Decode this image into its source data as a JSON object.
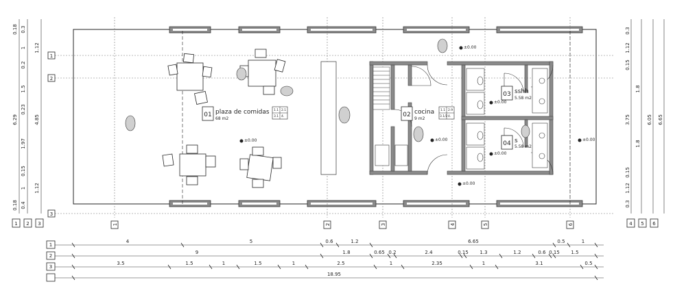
{
  "colors": {
    "line": "#222222",
    "wall": "#8a8a8a",
    "wall_dark": "#555555",
    "grid": "#777777",
    "furniture": "#333333",
    "shadow": "#cfcfcf"
  },
  "rooms": [
    {
      "number": "01",
      "name": "plaza de comidas",
      "area": "68 m2",
      "codes": [
        "1.1",
        "2.1",
        "3.1",
        "4."
      ]
    },
    {
      "number": "02",
      "name": "cocina",
      "area": "9 m2",
      "codes": [
        "1.1",
        "2.9",
        "3.1/2",
        "4."
      ]
    },
    {
      "number": "03",
      "name": "sshh",
      "area": "5.58 m2"
    },
    {
      "number": "04",
      "name": "s",
      "area": "5.58 m2"
    }
  ],
  "levels": [
    "±0.00",
    "±0.00",
    "±0.00",
    "±0.00",
    "±0.00",
    "±0.00"
  ],
  "axes": {
    "vertical": [
      "1",
      "2",
      "3",
      "4",
      "5",
      "6"
    ],
    "horizontal": [
      "1",
      "2",
      "3"
    ]
  },
  "left_dims": {
    "chain1": [
      "0.18",
      "1",
      "1.5",
      "1.97",
      "1",
      "0.18"
    ],
    "chain2": [
      "0.3",
      "0.2",
      "0.23",
      "0.15",
      "0.4"
    ],
    "chain3": [
      "6.29",
      "4.85",
      "1.12",
      "1.12"
    ]
  },
  "right_dims": {
    "chain1": [
      "0.3",
      "1.12",
      "0.15",
      "0.15",
      "1.12",
      "0.3"
    ],
    "chain2": [
      "3.75",
      "1.8",
      "1.8"
    ],
    "chain3": [
      "6.05"
    ],
    "chain4": [
      "6.65"
    ]
  },
  "bottom_dims": {
    "row1": {
      "label": "1",
      "values": [
        "4",
        "5",
        "0.6",
        "1.2",
        "6.65",
        "0.5",
        "1"
      ]
    },
    "row2": {
      "label": "2",
      "values": [
        "9",
        "1.8",
        "0.65",
        "0.2",
        "2.4",
        "0.15",
        "1.3",
        "1.2",
        "0.6",
        "0.15",
        "1.5"
      ]
    },
    "row3": {
      "label": "3",
      "values": [
        "3.5",
        "1.5",
        "1",
        "1.5",
        "1",
        "2.5",
        "1",
        "2.35",
        "1",
        "3.1",
        "0.5"
      ]
    },
    "row4": {
      "label": "",
      "values": [
        "18.95"
      ]
    }
  },
  "corner_labels": {
    "left": [
      "1",
      "2",
      "3"
    ],
    "right": [
      "4",
      "5",
      "6"
    ]
  }
}
